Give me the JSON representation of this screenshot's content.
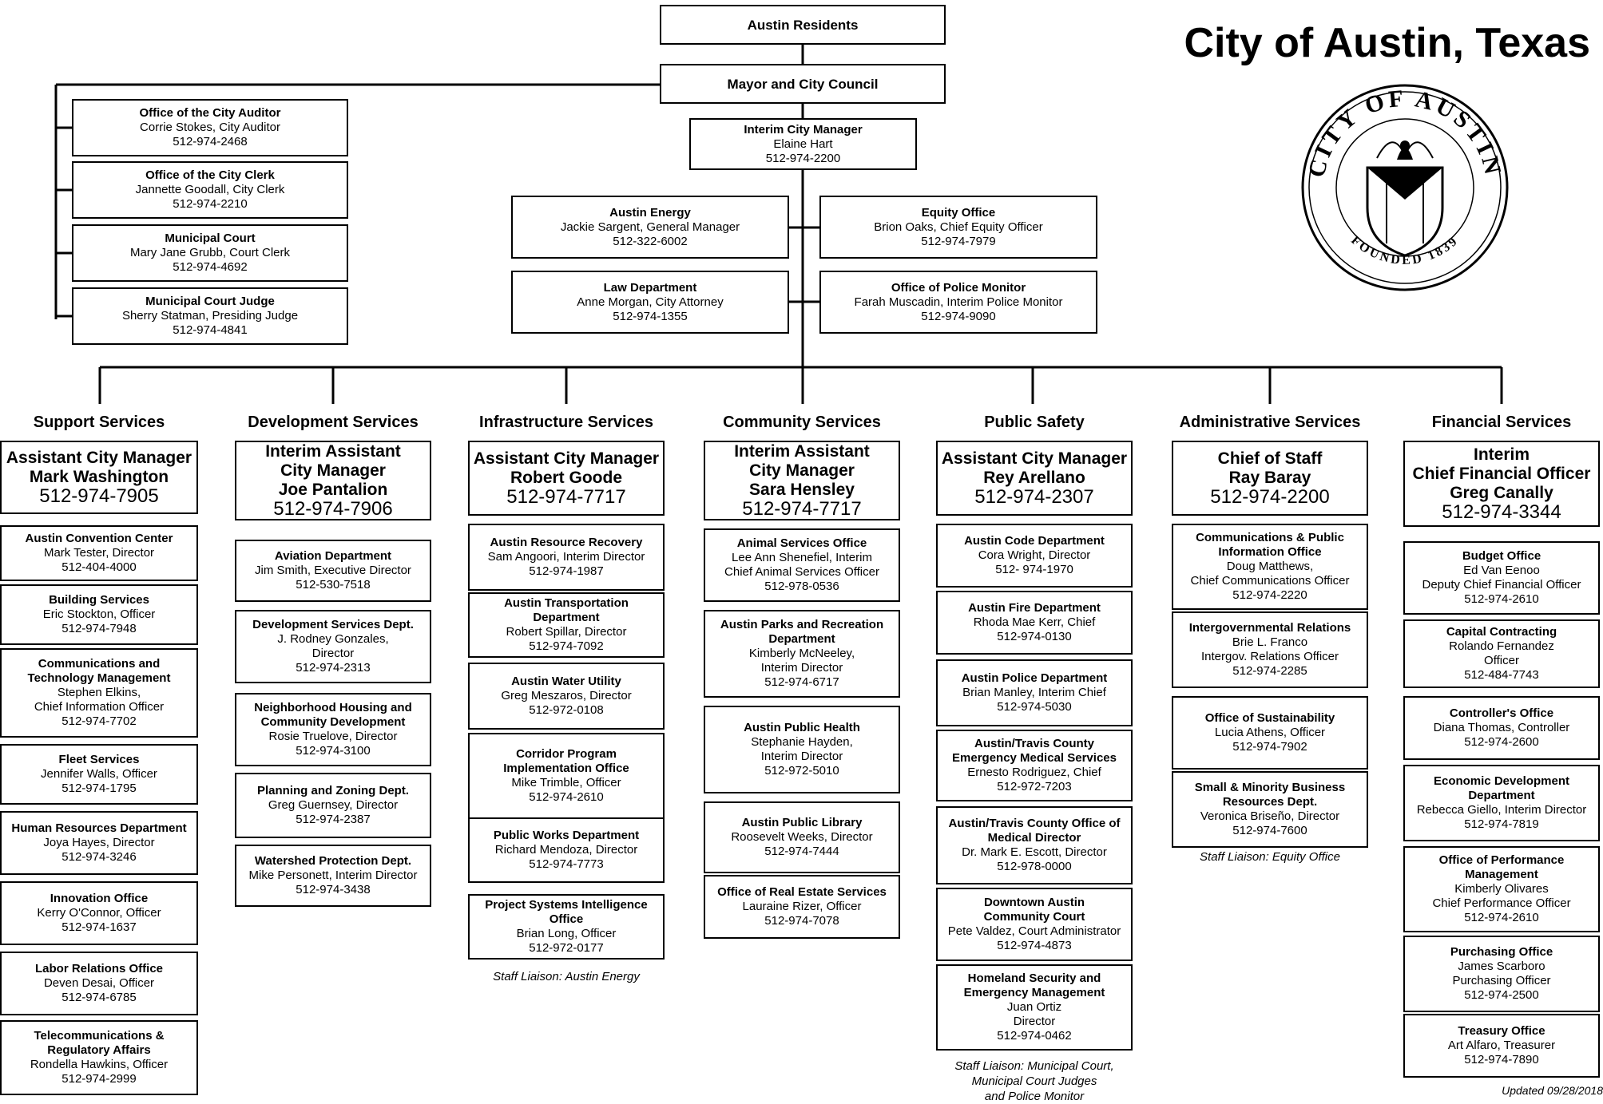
{
  "title": "City of Austin, Texas",
  "updated": "Updated 09/28/2018",
  "seal": {
    "text_top": "CITY OF AUSTIN",
    "text_bottom": "FOUNDED 1839"
  },
  "top": {
    "residents": "Austin Residents",
    "council": "Mayor and City Council",
    "manager": {
      "title": "Interim City Manager",
      "name": "Elaine Hart",
      "phone": "512-974-2200"
    }
  },
  "council_offices": [
    {
      "title": "Office of the City Auditor",
      "lines": [
        "Corrie Stokes, City Auditor",
        "512-974-2468"
      ]
    },
    {
      "title": "Office of the City Clerk",
      "lines": [
        "Jannette Goodall, City Clerk",
        "512-974-2210"
      ]
    },
    {
      "title": "Municipal Court",
      "lines": [
        "Mary Jane Grubb, Court Clerk",
        "512-974-4692"
      ]
    },
    {
      "title": "Municipal Court Judge",
      "lines": [
        "Sherry Statman, Presiding Judge",
        "512-974-4841"
      ]
    }
  ],
  "manager_offices": [
    {
      "title": "Austin Energy",
      "lines": [
        "Jackie Sargent, General Manager",
        "512-322-6002"
      ]
    },
    {
      "title": "Equity Office",
      "lines": [
        "Brion Oaks, Chief Equity Officer",
        "512-974-7979"
      ]
    },
    {
      "title": "Law Department",
      "lines": [
        "Anne Morgan, City Attorney",
        "512-974-1355"
      ]
    },
    {
      "title": "Office of Police Monitor",
      "lines": [
        "Farah Muscadin, Interim Police Monitor",
        "512-974-9090"
      ]
    }
  ],
  "columns": [
    {
      "name": "Support Services",
      "head": {
        "bold": [
          "Assistant City Manager",
          "Mark Washington"
        ],
        "normal": [
          "512-974-7905"
        ]
      },
      "depts": [
        {
          "bold": [
            "Austin Convention Center"
          ],
          "lines": [
            "Mark Tester, Director",
            "512-404-4000"
          ]
        },
        {
          "bold": [
            "Building Services"
          ],
          "lines": [
            "Eric Stockton, Officer",
            "512-974-7948"
          ]
        },
        {
          "bold": [
            "Communications and",
            "Technology  Management"
          ],
          "lines": [
            "Stephen Elkins,",
            "Chief Information Officer",
            "512-974-7702"
          ]
        },
        {
          "bold": [
            "Fleet Services"
          ],
          "lines": [
            "Jennifer Walls, Officer",
            "512-974-1795"
          ]
        },
        {
          "bold": [
            "Human Resources Department"
          ],
          "lines": [
            "Joya Hayes, Director",
            "512-974-3246"
          ]
        },
        {
          "bold": [
            "Innovation Office"
          ],
          "lines": [
            "Kerry O'Connor, Officer",
            "512-974-1637"
          ]
        },
        {
          "bold": [
            "Labor Relations Office"
          ],
          "lines": [
            "Deven Desai, Officer",
            "512-974-6785"
          ]
        },
        {
          "bold": [
            "Telecommunications &",
            "Regulatory Affairs"
          ],
          "lines": [
            "Rondella Hawkins, Officer",
            "512-974-2999"
          ]
        }
      ],
      "liaison": []
    },
    {
      "name": "Development Services",
      "head": {
        "bold": [
          "Interim Assistant",
          "City Manager",
          "Joe Pantalion"
        ],
        "normal": [
          "512-974-7906"
        ]
      },
      "depts": [
        {
          "bold": [
            "Aviation Department"
          ],
          "lines": [
            "Jim Smith, Executive Director",
            "512-530-7518"
          ]
        },
        {
          "bold": [
            "Development Services Dept."
          ],
          "lines": [
            "J. Rodney Gonzales,",
            "Director",
            "512-974-2313"
          ]
        },
        {
          "bold": [
            "Neighborhood Housing and",
            "Community Development"
          ],
          "lines": [
            "Rosie Truelove, Director",
            "512-974-3100"
          ]
        },
        {
          "bold": [
            "Planning and Zoning Dept."
          ],
          "lines": [
            "Greg Guernsey, Director",
            "512-974-2387"
          ]
        },
        {
          "bold": [
            "Watershed Protection Dept."
          ],
          "lines": [
            "Mike Personett, Interim Director",
            "512-974-3438"
          ]
        }
      ],
      "liaison": []
    },
    {
      "name": "Infrastructure Services",
      "head": {
        "bold": [
          "Assistant City Manager",
          "Robert Goode"
        ],
        "normal": [
          "512-974-7717"
        ]
      },
      "depts": [
        {
          "bold": [
            "Austin Resource Recovery"
          ],
          "lines": [
            "Sam Angoori, Interim Director",
            "512-974-1987"
          ]
        },
        {
          "bold": [
            "Austin Transportation Department"
          ],
          "lines": [
            "Robert Spillar, Director",
            "512-974-7092"
          ]
        },
        {
          "bold": [
            "Austin Water Utility"
          ],
          "lines": [
            "Greg Meszaros, Director",
            "512-972-0108"
          ]
        },
        {
          "bold": [
            "Corridor Program",
            "Implementation Office"
          ],
          "lines": [
            "Mike Trimble, Officer",
            "512-974-2610"
          ]
        },
        {
          "bold": [
            "Public Works Department"
          ],
          "lines": [
            "Richard Mendoza, Director",
            "512-974-7773"
          ]
        },
        {
          "bold": [
            "Project Systems Intelligence",
            "Office"
          ],
          "lines": [
            "Brian Long, Officer",
            "512-972-0177"
          ]
        }
      ],
      "liaison": [
        "Staff Liaison: Austin Energy"
      ]
    },
    {
      "name": "Community Services",
      "head": {
        "bold": [
          "Interim Assistant",
          "City Manager",
          "Sara Hensley"
        ],
        "normal": [
          "512-974-7717"
        ]
      },
      "depts": [
        {
          "bold": [
            "Animal Services Office"
          ],
          "lines": [
            "Lee Ann Shenefiel, Interim",
            "Chief Animal Services Officer",
            "512-978-0536"
          ]
        },
        {
          "bold": [
            "Austin Parks and Recreation",
            "Department"
          ],
          "lines": [
            "Kimberly McNeeley,",
            "Interim Director",
            "512-974-6717"
          ]
        },
        {
          "bold": [
            "Austin Public Health"
          ],
          "lines": [
            "Stephanie Hayden,",
            "Interim Director",
            "512-972-5010"
          ]
        },
        {
          "bold": [
            "Austin Public Library"
          ],
          "lines": [
            "Roosevelt Weeks, Director",
            "512-974-7444"
          ]
        },
        {
          "bold": [
            "Office of Real Estate Services"
          ],
          "lines": [
            "Lauraine Rizer, Officer",
            "512-974-7078"
          ]
        }
      ],
      "liaison": []
    },
    {
      "name": "Public Safety",
      "head": {
        "bold": [
          "Assistant City Manager",
          "Rey Arellano"
        ],
        "normal": [
          "512-974-2307"
        ]
      },
      "depts": [
        {
          "bold": [
            "Austin Code Department"
          ],
          "lines": [
            "Cora Wright, Director",
            "512- 974-1970"
          ]
        },
        {
          "bold": [
            "Austin Fire Department"
          ],
          "lines": [
            "Rhoda Mae Kerr, Chief",
            "512-974-0130"
          ]
        },
        {
          "bold": [
            "Austin Police Department"
          ],
          "lines": [
            "Brian Manley, Interim Chief",
            "512-974-5030"
          ]
        },
        {
          "bold": [
            "Austin/Travis County",
            "Emergency Medical Services"
          ],
          "lines": [
            "Ernesto Rodriguez, Chief",
            "512-972-7203"
          ]
        },
        {
          "bold": [
            "Austin/Travis County Office of",
            "Medical Director"
          ],
          "lines": [
            "Dr. Mark E. Escott, Director",
            "512-978-0000"
          ]
        },
        {
          "bold": [
            "Downtown Austin",
            "Community Court"
          ],
          "lines": [
            "Pete Valdez, Court Administrator",
            "512-974-4873"
          ]
        },
        {
          "bold": [
            "Homeland Security and",
            "Emergency Management"
          ],
          "lines": [
            "Juan Ortiz",
            "Director",
            "512-974-0462"
          ]
        }
      ],
      "liaison": [
        "Staff Liaison: Municipal Court,",
        "Municipal Court Judges",
        "and Police Monitor"
      ]
    },
    {
      "name": "Administrative Services",
      "head": {
        "bold": [
          "Chief of Staff",
          "Ray Baray"
        ],
        "normal": [
          "512-974-2200"
        ]
      },
      "depts": [
        {
          "bold": [
            "Communications & Public",
            "Information Office"
          ],
          "lines": [
            "Doug Matthews,",
            "Chief Communications Officer",
            "512-974-2220"
          ]
        },
        {
          "bold": [
            "Intergovernmental Relations"
          ],
          "lines": [
            "Brie L. Franco",
            "Intergov. Relations Officer",
            "512-974-2285"
          ]
        },
        {
          "bold": [
            "Office of Sustainability"
          ],
          "lines": [
            "Lucia Athens, Officer",
            "512-974-7902"
          ]
        },
        {
          "bold": [
            "Small & Minority Business",
            "Resources Dept."
          ],
          "lines": [
            "Veronica Briseño, Director",
            "512-974-7600"
          ]
        }
      ],
      "liaison": [
        "Staff Liaison: Equity Office"
      ]
    },
    {
      "name": "Financial Services",
      "head": {
        "bold": [
          "Interim",
          "Chief Financial Officer",
          "Greg Canally"
        ],
        "normal": [
          "512-974-3344"
        ]
      },
      "depts": [
        {
          "bold": [
            "Budget Office"
          ],
          "lines": [
            "Ed Van Eenoo",
            "Deputy Chief Financial Officer",
            "512-974-2610"
          ]
        },
        {
          "bold": [
            "Capital Contracting"
          ],
          "lines": [
            "Rolando Fernandez",
            "Officer",
            "512-484-7743"
          ]
        },
        {
          "bold": [
            "Controller's Office"
          ],
          "lines": [
            "Diana Thomas, Controller",
            "512-974-2600"
          ]
        },
        {
          "bold": [
            "Economic Development",
            "Department"
          ],
          "lines": [
            "Rebecca Giello, Interim Director",
            "512-974-7819"
          ]
        },
        {
          "bold": [
            "Office of Performance",
            "Management"
          ],
          "lines": [
            "Kimberly Olivares",
            "Chief Performance Officer",
            "512-974-2610"
          ]
        },
        {
          "bold": [
            "Purchasing Office"
          ],
          "lines": [
            "James Scarboro",
            "Purchasing Officer",
            "512-974-2500"
          ]
        },
        {
          "bold": [
            "Treasury Office"
          ],
          "lines": [
            "Art Alfaro, Treasurer",
            "512-974-7890"
          ]
        }
      ],
      "liaison": []
    }
  ]
}
